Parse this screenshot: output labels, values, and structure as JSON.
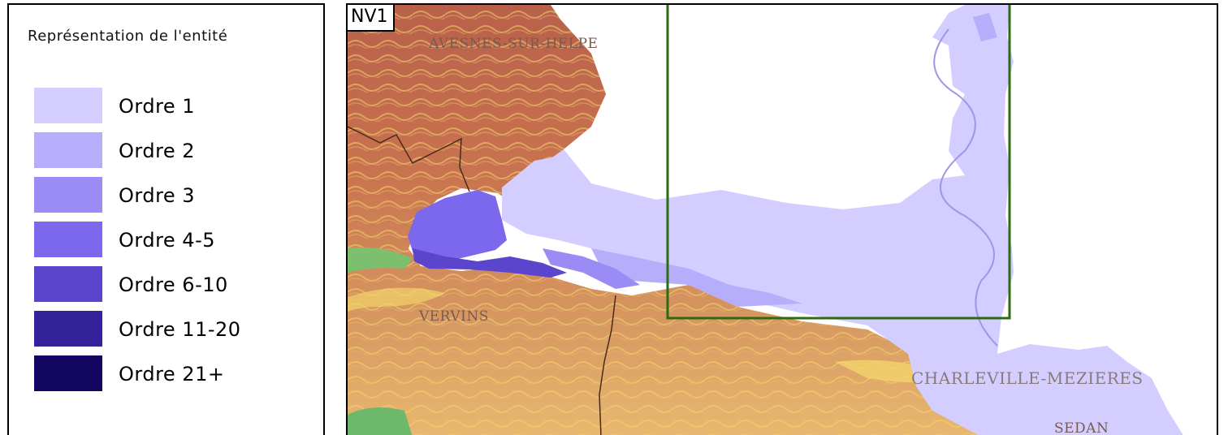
{
  "legend": {
    "title": "Représentation de l'entité",
    "items": [
      {
        "label": "Ordre 1",
        "color": "#d3ceff"
      },
      {
        "label": "Ordre 2",
        "color": "#b6adfb"
      },
      {
        "label": "Ordre 3",
        "color": "#9a8bf5"
      },
      {
        "label": "Ordre 4-5",
        "color": "#7b68ec"
      },
      {
        "label": "Ordre 6-10",
        "color": "#5a45cc"
      },
      {
        "label": "Ordre 11-20",
        "color": "#34229a"
      },
      {
        "label": "Ordre 21+",
        "color": "#120660"
      }
    ]
  },
  "map": {
    "tag": "NV1",
    "cities": {
      "avesnes": "AVESNES-SUR-HELPE",
      "vervins": "VERVINS",
      "charleville": "CHARLEVILLE-MEZIERES",
      "sedan": "SEDAN"
    },
    "colors": {
      "relief_low": "#6db86a",
      "relief_mid": "#f2d36b",
      "relief_high": "#c9744f",
      "extent_frame": "#2d6a12",
      "boundary": "#4a2a1a"
    }
  }
}
